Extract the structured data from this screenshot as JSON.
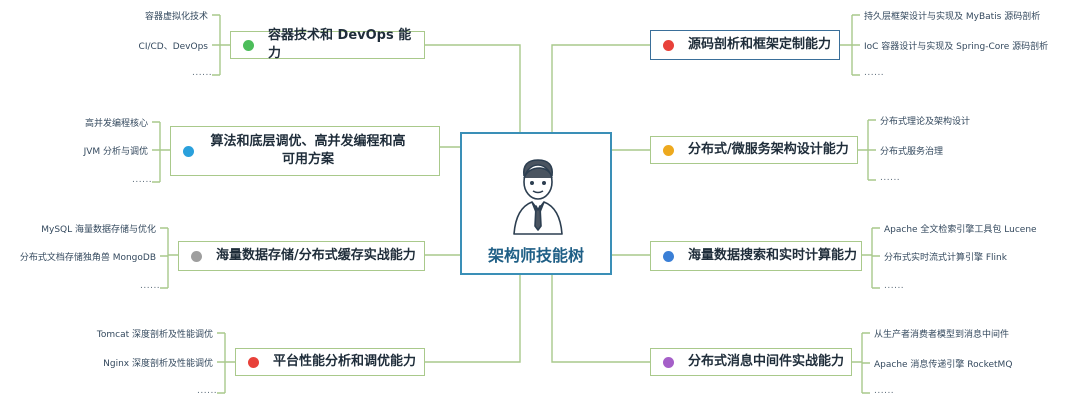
{
  "center": {
    "title": "架构师技能树",
    "icon": "architect-avatar-icon"
  },
  "branches": [
    {
      "label": "容器技术和 DevOps 能力",
      "color": "#4cbd5a",
      "leaves": [
        "容器虚拟化技术",
        "CI/CD、DevOps"
      ],
      "more": "......"
    },
    {
      "label": "算法和底层调优、高并发编程和高可用方案",
      "color": "#2aa0dc",
      "leaves": [
        "高并发编程核心",
        "JVM 分析与调优"
      ],
      "more": "......"
    },
    {
      "label": "海量数据存储/分布式缓存实战能力",
      "color": "#9e9e9e",
      "leaves": [
        "MySQL 海量数据存储与优化",
        "分布式文档存储独角兽 MongoDB"
      ],
      "more": "......"
    },
    {
      "label": "平台性能分析和调优能力",
      "color": "#e8413a",
      "leaves": [
        "Tomcat 深度剖析及性能调优",
        "Nginx 深度剖析及性能调优"
      ],
      "more": "......"
    },
    {
      "label": "源码剖析和框架定制能力",
      "color": "#e8413a",
      "leaves": [
        "持久层框架设计与实现及 MyBatis 源码剖析",
        "IoC 容器设计与实现及 Spring-Core 源码剖析"
      ],
      "more": "......"
    },
    {
      "label": "分布式/微服务架构设计能力",
      "color": "#eda91e",
      "leaves": [
        "分布式理论及架构设计",
        "分布式服务治理"
      ],
      "more": "......"
    },
    {
      "label": "海量数据搜索和实时计算能力",
      "color": "#3a7fd6",
      "leaves": [
        "Apache 全文检索引擎工具包 Lucene",
        "分布式实时流式计算引擎 Flink"
      ],
      "more": "......"
    },
    {
      "label": "分布式消息中间件实战能力",
      "color": "#a55fc8",
      "leaves": [
        "从生产者消费者模型到消息中间件",
        "Apache 消息传递引擎 RocketMQ"
      ],
      "more": "......"
    }
  ]
}
